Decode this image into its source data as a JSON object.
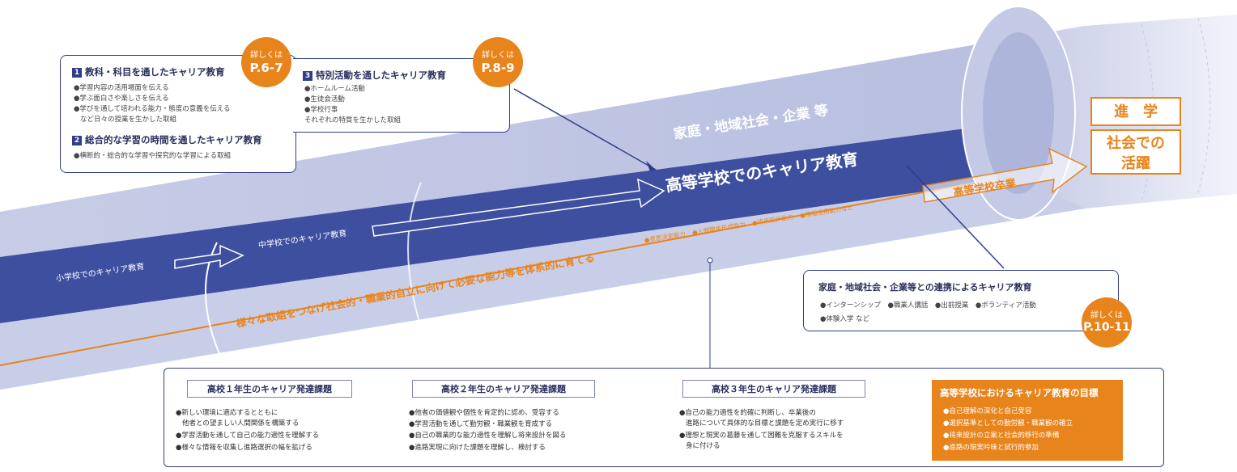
{
  "colors": {
    "navy": "#2f3d8a",
    "orange": "#e8841c",
    "tube": "#bfc5e3",
    "tube_dark": "#3f4fa0"
  },
  "boxes": {
    "subjects": {
      "num": "1",
      "title": "教科・科目を通したキャリア教育",
      "items": [
        "●学習内容の活用場面を伝える",
        "●学ぶ面白さや楽しさを伝える",
        "●学びを通して培われる能力・態度の意義を伝える",
        "など日々の授業を生かした取組"
      ]
    },
    "integrated": {
      "num": "2",
      "title": "総合的な学習の時間を通したキャリア教育",
      "items": [
        "●横断的・総合的な学習や探究的な学習による取組"
      ]
    },
    "special": {
      "num": "3",
      "title": "特別活動を通したキャリア教育",
      "items": [
        "●ホームルーム活動",
        "●生徒会活動",
        "●学校行事",
        "それぞれの特質を生かした取組"
      ]
    },
    "community": {
      "title": "家庭・地域社会・企業等との連携によるキャリア教育",
      "items": [
        "●インターンシップ　●職業人講話　●出前授業　●ボランティア活動",
        "●体験入学 など"
      ]
    }
  },
  "badges": [
    {
      "label": "詳しくは",
      "pages": "P.6-7"
    },
    {
      "label": "詳しくは",
      "pages": "P.8-9"
    },
    {
      "label": "詳しくは",
      "pages": "P.10-11"
    }
  ],
  "pipe": {
    "elementary": "小学校でのキャリア教育",
    "junior_high": "中学校でのキャリア教育",
    "high_school": "高等学校でのキャリア教育",
    "community_label": "家庭・地域社会・企業 等",
    "graduation": "高等学校卒業",
    "main_message": "様々な取組をつなげ社会的・職業的自立に向けて必要な能力等を体系的に育てる",
    "abilities": [
      "●意思決定能力",
      "●人間関係形成能力",
      "●将来設計能力",
      "●情報活用能力など"
    ]
  },
  "outcomes": {
    "advance": "進　学",
    "society": "社会での活躍"
  },
  "development": [
    {
      "title": "高校１年生のキャリア発達課題",
      "items": [
        "●新しい環境に適応するとともに",
        "他者との望ましい人間関係を構築する",
        "●学習活動を通して自己の能力適性を理解する",
        "●様々な情報を収集し進路選択の幅を拡げる"
      ]
    },
    {
      "title": "高校２年生のキャリア発達課題",
      "items": [
        "●他者の価値観や個性を肯定的に認め、受容する",
        "●学習活動を通して勤労観・職業観を育成する",
        "●自己の職業的な能力適性を理解し将来設計を図る",
        "●進路実現に向けた課題を理解し、検討する"
      ]
    },
    {
      "title": "高校３年生のキャリア発達課題",
      "items": [
        "●自己の能力適性を的確に判断し、卒業後の",
        "進路について具体的な目標と課題を定め実行に移す",
        "●理想と現実の葛藤を通して困難を克服するスキルを",
        "身に付ける"
      ]
    }
  ],
  "goals": {
    "title": "高等学校におけるキャリア教育の目標",
    "items": [
      "●自己理解の深化と自己受容",
      "●選択基準としての勤労観・職業観の確立",
      "●将来設計の立案と社会的移行の準備",
      "●進路の現実吟味と試行的参加"
    ]
  }
}
